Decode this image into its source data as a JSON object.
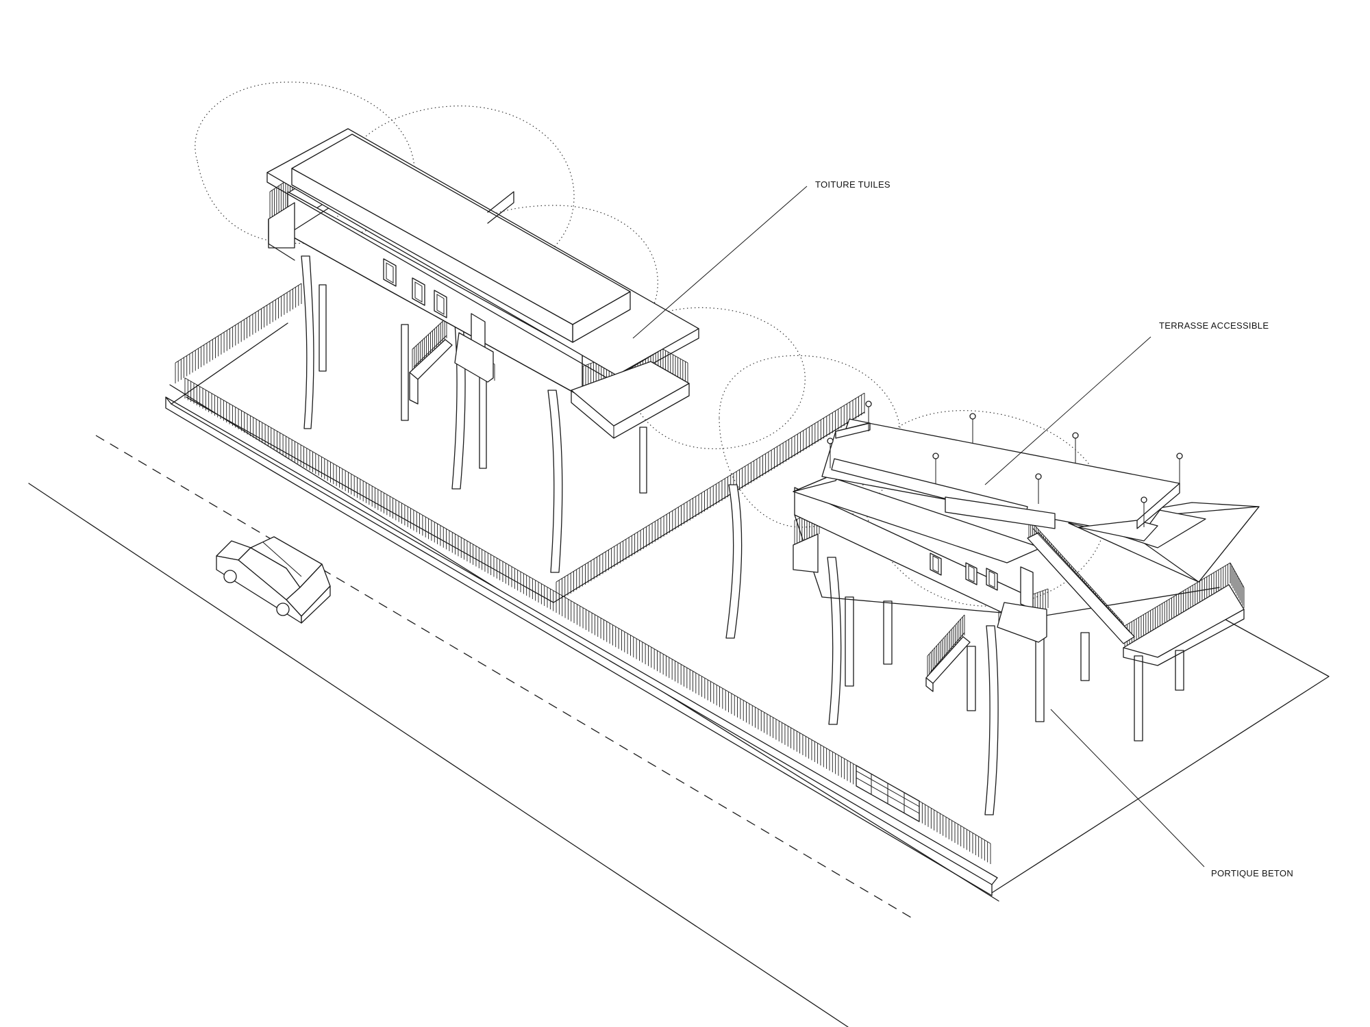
{
  "annotations": {
    "roof": "TOITURE TUILES",
    "terrace": "TERRASSE ACCESSIBLE",
    "portal": "PORTIQUE BETON"
  }
}
